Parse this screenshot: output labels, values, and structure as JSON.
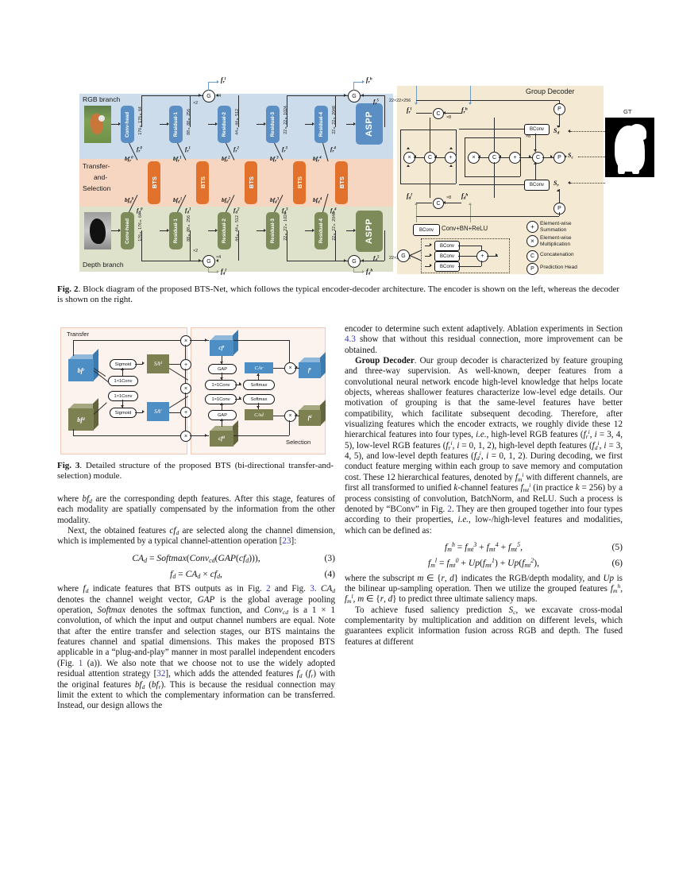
{
  "figure2": {
    "title": "Fig. 2",
    "caption": "Block diagram of the proposed BTS-Net, which follows the typical encoder-decoder architecture. The encoder is shown on the left, whereas the decoder is shown on the right.",
    "branches": {
      "rgb": "RGB branch",
      "transfer": [
        "Transfer-",
        "and-",
        "Selection"
      ],
      "depth": "Depth branch"
    },
    "decoder_title": "Group Decoder",
    "gt_label": "GT",
    "encoder_blocks": [
      "Conv-head",
      "Residual-1",
      "Residual-2",
      "Residual-3",
      "Residual-4",
      "ASPP"
    ],
    "bts_label": "BTS",
    "dims": [
      "176×176×64",
      "88×88×256",
      "44×44×512",
      "22×22×1024",
      "22×22×2048",
      "22×22×256"
    ],
    "rgb_features": [
      "f_r^0",
      "f_r^1",
      "f_r^2",
      "f_r^3",
      "f_r^4",
      "f_r^5"
    ],
    "rgb_bf": [
      "bf_r^0",
      "bf_r^1",
      "bf_r^2",
      "bf_r^3",
      "bf_r^4"
    ],
    "depth_features": [
      "f_d^0",
      "f_d^1",
      "f_d^2",
      "f_d^3",
      "f_d^4",
      "f_d^5"
    ],
    "depth_bf": [
      "bf_d^0",
      "bf_d^1",
      "bf_d^2",
      "bf_d^3",
      "bf_d^4"
    ],
    "upsample": [
      "×2",
      "×4",
      "×8"
    ],
    "group_out": [
      "f_r^l",
      "f_r^h",
      "f_d^l",
      "f_d^h"
    ],
    "saliency": [
      "S_d",
      "S_c",
      "S_r"
    ],
    "bconv_label": "BConv",
    "bconv_expand": "Conv+BN+ReLU",
    "group_symbol": "G",
    "legend": [
      {
        "symbol": "+",
        "text": "Element-wise Summation"
      },
      {
        "symbol": "×",
        "text": "Element-wise Multiplication"
      },
      {
        "symbol": "C",
        "text": "Concatenation"
      },
      {
        "symbol": "P",
        "text": "Prediction Head"
      }
    ],
    "colors": {
      "rgb_band": "#ccdcea",
      "rgb_block": "#5b8fc4",
      "transfer_band": "#f6d5c1",
      "bts_block": "#e2712c",
      "depth_band": "#dfe2cb",
      "depth_block": "#7d8a59",
      "decoder_bg": "#f4ead4"
    }
  },
  "figure3": {
    "title": "Fig. 3",
    "caption": "Detailed structure of the proposed BTS (bi-directional transfer-and-selection) module.",
    "stage_left": "Transfer",
    "stage_right": "Selection",
    "inputs": [
      "bf_r",
      "bf_d"
    ],
    "ops": [
      "Sigmoid",
      "1×1Conv",
      "1×1Conv",
      "Sigmoid"
    ],
    "attn": [
      "SA_d",
      "SA_r"
    ],
    "mid": [
      "cf_r",
      "cf_d"
    ],
    "sel_ops": [
      "GAP",
      "1×1Conv",
      "Softmax",
      "1×1Conv",
      "Softmax",
      "GAP"
    ],
    "ca": [
      "CAr",
      "CAd"
    ],
    "outputs": [
      "f_r",
      "f_d"
    ],
    "colors": {
      "blue": "#4d8ec4",
      "olive": "#7d8050",
      "panel": "#fdf3ee",
      "panel_border": "#f0c9b6"
    }
  },
  "left_column": {
    "para1": "where bf_d are the corresponding depth features. After this stage, features of each modality are spatially compensated by the information from the other modality.",
    "para2_a": "Next, the obtained features ",
    "para2_cf": "cf",
    "para2_b": " are selected along the channel dimension, which is implemented by a typical channel-attention operation [",
    "para2_cite": "23",
    "para2_c": "]:",
    "equations": [
      {
        "body": "CA_d = Softmax(Conv_cd(GAP(cf_d))),",
        "number": "(3)"
      },
      {
        "body": "f_d = CA_d × cf_d,",
        "number": "(4)"
      }
    ],
    "para3": "where f_d indicate features that BTS outputs as in Fig. 2 and Fig. 3. CA_d denotes the channel weight vector, GAP is the global average pooling operation, Softmax denotes the softmax function, and Conv_cd is a 1 × 1 convolution, of which the input and output channel numbers are equal. Note that after the entire transfer and selection stages, our BTS maintains the features channel and spatial dimensions. This makes the proposed BTS applicable in a “plug-and-play” manner in most parallel independent encoders (Fig. 1 (a)). We also note that we choose not to use the widely adopted residual attention strategy [32], which adds the attended features f_d (f_r) with the original features bf_d (bf_r). This is because the residual connection may limit the extent to which the complementary information can be transferred. Instead, our design allows the"
  },
  "right_column": {
    "para1": "encoder to determine such extent adaptively. Ablation experiments in Section 4.3 show that without this residual connection, more improvement can be obtained.",
    "heading": "Group Decoder",
    "para2": ". Our group decoder is characterized by feature grouping and three-way supervision. As well-known, deeper features from a convolutional neural network encode high-level knowledge that helps locate objects, whereas shallower features characterize low-level edge details. Our motivation of grouping is that the same-level features have better compatibility, which facilitate subsequent decoding. Therefore, after visualizing features which the encoder extracts, we roughly divide these 12 hierarchical features into four types, i.e., high-level RGB features (f_r^i, i = 3, 4, 5), low-level RGB features (f_r^i, i = 0, 1, 2), high-level depth features (f_d^i, i = 3, 4, 5), and low-level depth features (f_d^i, i = 0, 1, 2). During decoding, we first conduct feature merging within each group to save memory and computation cost. These 12 hierarchical features, denoted by f_m^i with different channels, are first all transformed to unified k-channel features f_mt^i (in practice k = 256) by a process consisting of convolution, BatchNorm, and ReLU. Such a process is denoted by “BConv” in Fig. 2. They are then grouped together into four types according to their properties, i.e., low-/high-level features and modalities, which can be defined as:",
    "equations": [
      {
        "body": "f_m^h = f_mt^3 + f_mt^4 + f_mt^5,",
        "number": "(5)"
      },
      {
        "body": "f_m^l = f_mt^0 + Up(f_mt^1) + Up(f_mt^2),",
        "number": "(6)"
      }
    ],
    "para3": "where the subscript m ∈ {r, d} indicates the RGB/depth modality, and Up is the bilinear up-sampling operation. Then we utilize the grouped features f_m^h, f_m^l, m ∈ {r, d} to predict three ultimate saliency maps.",
    "para4": "To achieve fused saliency prediction S_c, we excavate cross-modal complementarity by multiplication and addition on different levels, which guarantees explicit information fusion across RGB and depth. The fused features at different",
    "refs": {
      "section": "4.3",
      "fig2": "2",
      "cite32": "32",
      "cite23": "23",
      "fig1": "1",
      "fig3": "3"
    }
  }
}
